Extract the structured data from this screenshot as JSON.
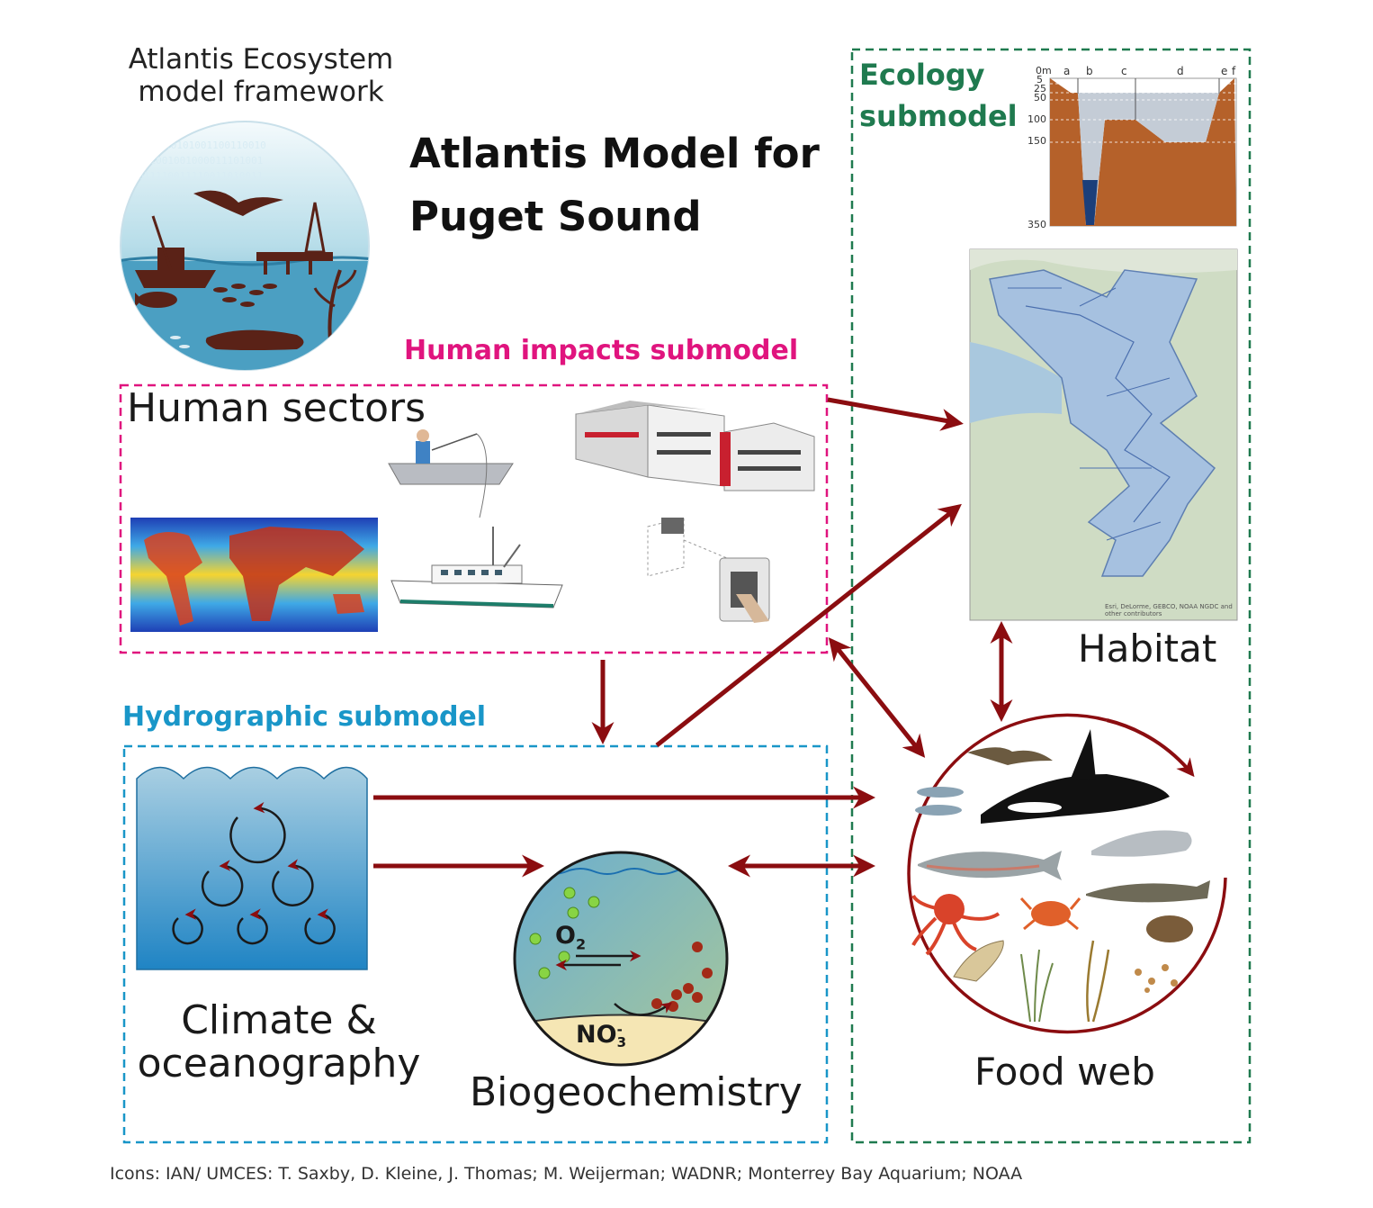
{
  "framework_title_line1": "Atlantis Ecosystem",
  "framework_title_line2": "model framework",
  "main_title": "Atlantis Model for Puget Sound",
  "submodels": {
    "human": "Human impacts submodel",
    "hydrographic": "Hydrographic submodel",
    "ecology": "Ecology submodel"
  },
  "components": {
    "human_sectors": "Human sectors",
    "habitat": "Habitat",
    "food_web": "Food web",
    "climate_line1": "Climate &",
    "climate_line2": "oceanography",
    "biogeochemistry": "Biogeochemistry"
  },
  "chemistry": {
    "o2": "O",
    "o2_sub": "2",
    "no3": "NO",
    "no3_sub": "3",
    "no3_sup": "-"
  },
  "depth_profile": {
    "depth_ticks": [
      "0m",
      "5",
      "25",
      "50",
      "100",
      "150",
      "350"
    ],
    "columns": [
      "a",
      "b",
      "c",
      "d",
      "e",
      "f"
    ]
  },
  "map_credit": "Esri, DeLorme, GEBCO, NOAA NGDC and other contributors",
  "credits": "Icons: IAN/ UMCES: T. Saxby, D. Kleine, J. Thomas; M. Weijerman; WADNR; Monterrey Bay Aquarium;  NOAA",
  "colors": {
    "arrow": "#8b0d10",
    "human_border": "#e0147e",
    "hydro_border": "#1996c8",
    "eco_border": "#1f7a4f",
    "sediment": "#b5612a"
  }
}
